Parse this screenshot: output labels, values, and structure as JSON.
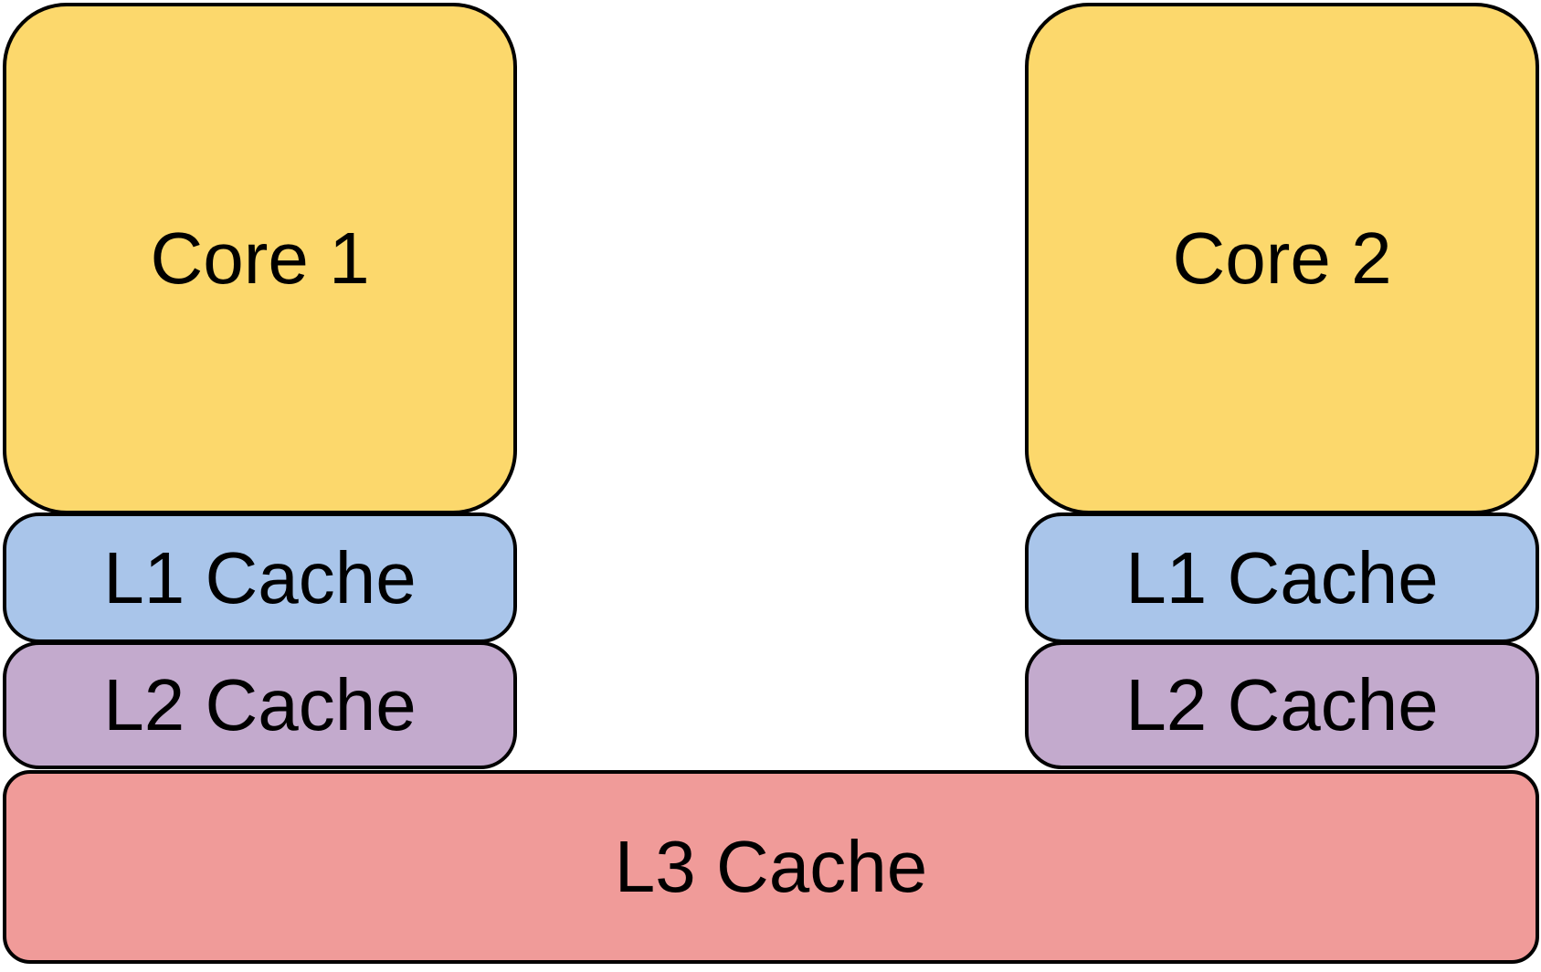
{
  "colors": {
    "core": "#fcd86c",
    "l1_cache": "#a9c5ea",
    "l2_cache": "#c3aacd",
    "l3_cache": "#f09b99",
    "border": "#000000"
  },
  "cores": [
    {
      "label": "Core 1",
      "l1_label": "L1 Cache",
      "l2_label": "L2 Cache"
    },
    {
      "label": "Core 2",
      "l1_label": "L1 Cache",
      "l2_label": "L2 Cache"
    }
  ],
  "shared": {
    "l3_label": "L3 Cache"
  }
}
